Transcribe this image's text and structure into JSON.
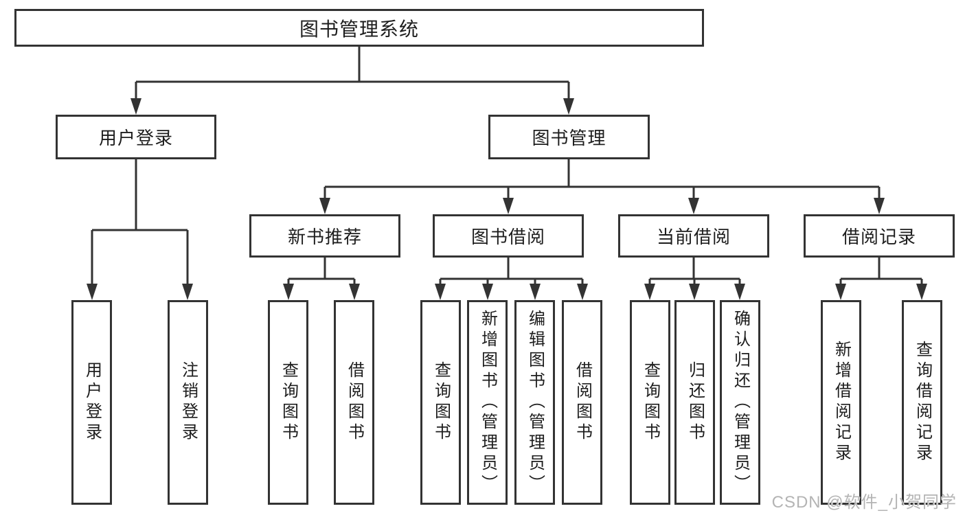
{
  "tree": {
    "root": {
      "label": "图书管理系统"
    },
    "level2": {
      "user_login": {
        "label": "用户登录",
        "children": [
          {
            "label": "用户登录"
          },
          {
            "label": "注销登录"
          }
        ]
      },
      "book_mgmt": {
        "label": "图书管理",
        "sections": [
          {
            "label": "新书推荐",
            "children": [
              {
                "label": "查询图书"
              },
              {
                "label": "借阅图书"
              }
            ]
          },
          {
            "label": "图书借阅",
            "children": [
              {
                "label": "查询图书"
              },
              {
                "label": "新增图书（管理员）"
              },
              {
                "label": "编辑图书（管理员）"
              },
              {
                "label": "借阅图书"
              }
            ]
          },
          {
            "label": "当前借阅",
            "children": [
              {
                "label": "查询图书"
              },
              {
                "label": "归还图书"
              },
              {
                "label": "确认归还（管理员）"
              }
            ]
          },
          {
            "label": "借阅记录",
            "children": [
              {
                "label": "新增借阅记录"
              },
              {
                "label": "查询借阅记录"
              }
            ]
          }
        ]
      }
    }
  },
  "watermark": {
    "text": "CSDN @软件_小贺同学"
  },
  "colors": {
    "line": "#333333",
    "box_border": "#333333",
    "text": "#1d1d1d",
    "watermark": "#b4b4b4",
    "background": "#ffffff"
  }
}
